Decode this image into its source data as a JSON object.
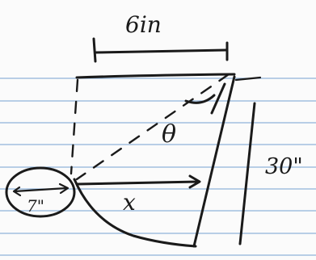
{
  "labels": {
    "top_width": "6in",
    "right_height": "30\"",
    "circled_length": "7\"",
    "angle": "θ",
    "distance": "x"
  },
  "colors": {
    "ink": "#1a1a1a",
    "paper": "#fbfbfb",
    "ruling": "#8fb3d9"
  }
}
